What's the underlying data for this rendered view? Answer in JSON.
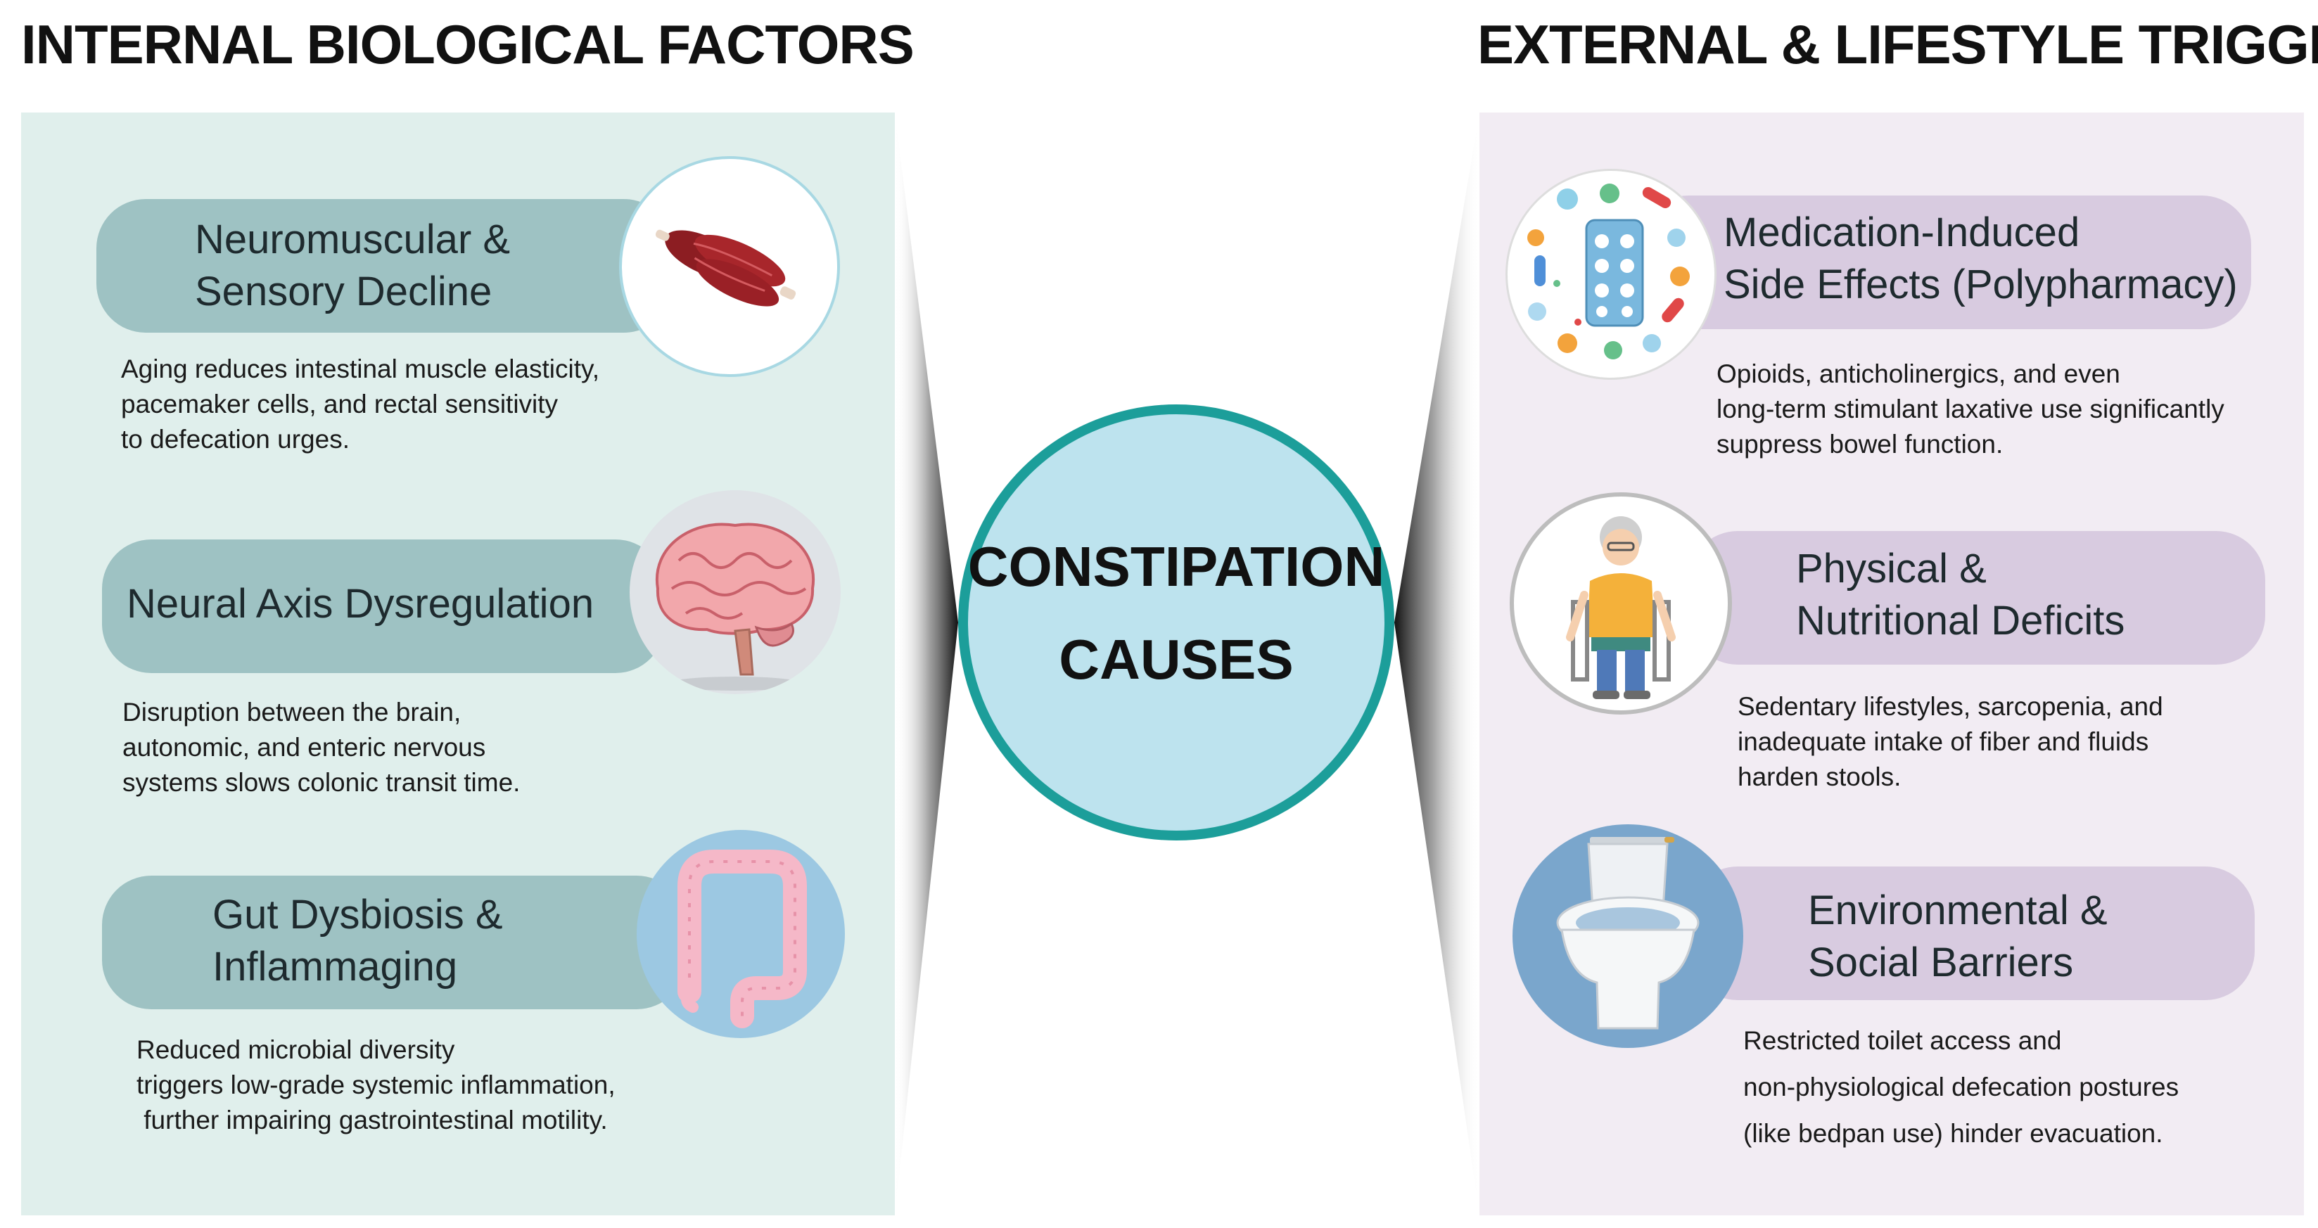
{
  "headings": {
    "left": "INTERNAL BIOLOGICAL FACTORS",
    "right": "EXTERNAL & LIFESTYLE TRIGGERS"
  },
  "center": {
    "line1": "CONSTIPATION",
    "line2": "CAUSES"
  },
  "internal": [
    {
      "title": [
        "Neuromuscular &",
        "Sensory Decline"
      ],
      "description": [
        "Aging reduces intestinal muscle elasticity,",
        "pacemaker cells, and rectal sensitivity",
        "to defecation urges."
      ],
      "icon": "muscle-icon"
    },
    {
      "title": [
        "Neural Axis Dysregulation"
      ],
      "description": [
        "Disruption between the brain,",
        "autonomic, and enteric nervous",
        "systems slows colonic transit time."
      ],
      "icon": "brain-icon"
    },
    {
      "title": [
        "Gut Dysbiosis &",
        "Inflammaging"
      ],
      "description": [
        "Reduced microbial diversity",
        "triggers low-grade systemic inflammation,",
        " further impairing gastrointestinal motility."
      ],
      "icon": "colon-icon"
    }
  ],
  "external": [
    {
      "title": [
        "Medication-Induced",
        "Side Effects (Polypharmacy)"
      ],
      "description": [
        "Opioids, anticholinergics, and even",
        "long-term stimulant laxative use significantly",
        "suppress bowel function."
      ],
      "icon": "pills-icon"
    },
    {
      "title": [
        "Physical &",
        "Nutritional Deficits"
      ],
      "description": [
        "Sedentary lifestyles, sarcopenia, and",
        "inadequate intake of fiber and fluids",
        "harden stools."
      ],
      "icon": "elderly-wheelchair-icon"
    },
    {
      "title": [
        "Environmental &",
        "Social Barriers"
      ],
      "description": [
        "Restricted toilet access and",
        "non-physiological defecation postures",
        "(like bedpan use) hinder evacuation."
      ],
      "icon": "toilet-icon"
    }
  ],
  "colors": {
    "left_panel": "#e0efec",
    "right_panel": "#f2ecf3",
    "left_pill": "#9ec2c3",
    "right_pill": "#d8cbe0",
    "center_fill": "#bde3ee",
    "center_border": "#1c9e9a"
  }
}
